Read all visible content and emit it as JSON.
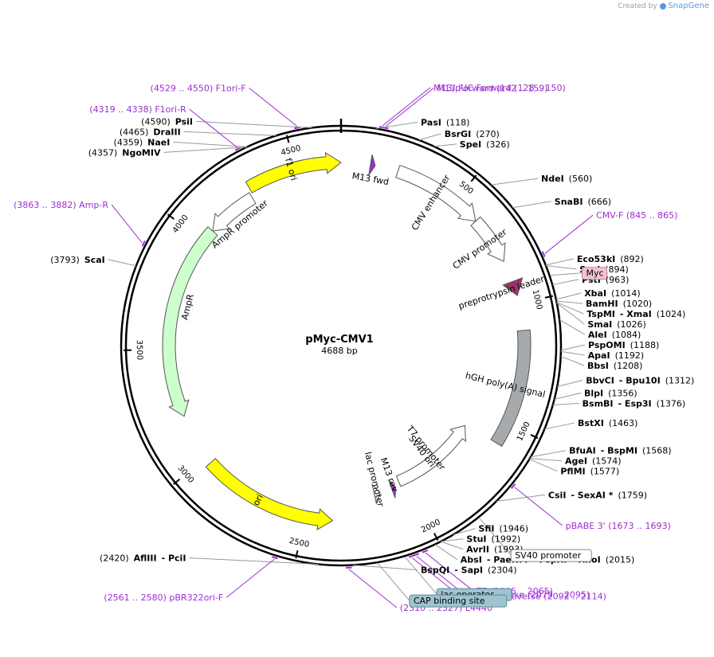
{
  "credit": {
    "prefix": "Created by",
    "brand": "SnapGene"
  },
  "plasmid": {
    "name": "pMyc-CMV1",
    "size": "4688 bp",
    "length": 4688
  },
  "ticks": [
    "500",
    "1000",
    "1500",
    "2000",
    "2500",
    "3000",
    "3500",
    "4000",
    "4500"
  ],
  "colors": {
    "primer": "#9b2fcf",
    "feature_yellow": "#ffff00",
    "feature_green": "#ccffcc",
    "feature_gray": "#a7aaad",
    "feature_magenta": "#993366",
    "backbone": "#000000"
  },
  "features": [
    {
      "name": "f1 ori",
      "start": 4295,
      "end": 4688,
      "dir": 1,
      "color": "#ffff00",
      "label_pos": 4480
    },
    {
      "name": "AmpR promoter",
      "start": 4060,
      "end": 4285,
      "dir": -1,
      "color": "#ffffff",
      "label_pos": 4170
    },
    {
      "name": "AmpR",
      "start": 3200,
      "end": 4060,
      "dir": -1,
      "color": "#ccffcc",
      "label_pos": 3700
    },
    {
      "name": "ori",
      "start": 2380,
      "end": 2970,
      "dir": -1,
      "color": "#ffff00",
      "label_pos": 2710
    },
    {
      "name": "CMV enhancer",
      "start": 235,
      "end": 615,
      "dir": 1,
      "color": "#ffffff",
      "label_pos": 420
    },
    {
      "name": "CMV promoter",
      "start": 615,
      "end": 815,
      "dir": 1,
      "color": "#ffffff",
      "label_pos": 720
    },
    {
      "name": "preprotrypsin leader",
      "start": 905,
      "end": 965,
      "dir": 1,
      "color": "#993366",
      "label_pos": 935
    },
    {
      "name": "hGH poly(A) signal",
      "start": 1110,
      "end": 1590,
      "dir": 0,
      "color": "#a7aaad",
      "label_pos": 1350
    },
    {
      "name": "SV40 ori",
      "start": 1795,
      "end": 1930,
      "dir": 0,
      "color": "#ffff00",
      "label_pos": 1860
    },
    {
      "name": "T7 promoter",
      "start": 1600,
      "end": 2045,
      "dir": -1,
      "color": "#ffffff",
      "label_pos": 1830
    },
    {
      "name": "lac promoter",
      "start": 2150,
      "end": 2180,
      "dir": -1,
      "color": "#ffffff",
      "label_pos": 2165
    },
    {
      "name": "M13 rev",
      "start": 2070,
      "end": 2090,
      "dir": -1,
      "color": "#9b2fcf",
      "label_pos": 2080
    },
    {
      "name": "M13 fwd",
      "start": 120,
      "end": 140,
      "dir": 1,
      "color": "#9b2fcf",
      "label_pos": 130
    }
  ],
  "enzymes_right": [
    {
      "pos": 118,
      "line": [
        "PasI",
        "(118)"
      ]
    },
    {
      "pos": 270,
      "line": [
        "BsrGI",
        "(270)"
      ]
    },
    {
      "pos": 326,
      "line": [
        "SpeI",
        "(326)"
      ]
    },
    {
      "pos": 560,
      "line": [
        "NdeI",
        "(560)"
      ]
    },
    {
      "pos": 666,
      "line": [
        "SnaBI",
        "(666)"
      ]
    },
    {
      "pos": 892,
      "line": [
        "Eco53kI",
        "(892)"
      ]
    },
    {
      "pos": 894,
      "line": [
        "SacI",
        "(894)"
      ]
    },
    {
      "pos": 963,
      "line": [
        "PstI",
        "(963)"
      ]
    },
    {
      "pos": 1014,
      "line": [
        "XbaI",
        "(1014)"
      ]
    },
    {
      "pos": 1020,
      "line": [
        "BamHI",
        "(1020)"
      ]
    },
    {
      "pos": 1024,
      "line": [
        "TspMI",
        "- XmaI",
        "(1024)"
      ]
    },
    {
      "pos": 1026,
      "line": [
        "SmaI",
        "(1026)"
      ]
    },
    {
      "pos": 1084,
      "line": [
        "AleI",
        "(1084)"
      ]
    },
    {
      "pos": 1188,
      "line": [
        "PspOMI",
        "(1188)"
      ]
    },
    {
      "pos": 1192,
      "line": [
        "ApaI",
        "(1192)"
      ]
    },
    {
      "pos": 1208,
      "line": [
        "BbsI",
        "(1208)"
      ]
    },
    {
      "pos": 1312,
      "line": [
        "BbvCI",
        "- Bpu10I",
        "(1312)"
      ]
    },
    {
      "pos": 1356,
      "line": [
        "BlpI",
        "(1356)"
      ]
    },
    {
      "pos": 1376,
      "line": [
        "BsmBI",
        "- Esp3I",
        "(1376)"
      ]
    },
    {
      "pos": 1463,
      "line": [
        "BstXI",
        "(1463)"
      ]
    },
    {
      "pos": 1568,
      "line": [
        "BfuAI",
        "- BspMI",
        "(1568)"
      ]
    },
    {
      "pos": 1574,
      "line": [
        "AgeI",
        "(1574)"
      ]
    },
    {
      "pos": 1577,
      "line": [
        "PflMI",
        "(1577)"
      ]
    },
    {
      "pos": 1759,
      "line": [
        "CsiI",
        "- SexAI *",
        "(1759)"
      ]
    },
    {
      "pos": 1946,
      "line": [
        "SfiI",
        "(1946)"
      ]
    },
    {
      "pos": 1992,
      "line": [
        "StuI",
        "(1992)"
      ]
    },
    {
      "pos": 1993,
      "line": [
        "AvrII",
        "(1993)"
      ]
    },
    {
      "pos": 2015,
      "line": [
        "AbsI",
        "- PaeR7I",
        "- PspXI",
        "- XhoI",
        "(2015)"
      ]
    },
    {
      "pos": 2304,
      "line": [
        "BspQI",
        "- SapI",
        "(2304)"
      ]
    }
  ],
  "enzymes_left": [
    {
      "pos": 4590,
      "line": [
        "(4590)",
        "PsiI"
      ]
    },
    {
      "pos": 4465,
      "line": [
        "(4465)",
        "DraIII"
      ]
    },
    {
      "pos": 4359,
      "line": [
        "(4359)",
        "NaeI"
      ]
    },
    {
      "pos": 4357,
      "line": [
        "(4357)",
        "NgoMIV"
      ]
    },
    {
      "pos": 3793,
      "line": [
        "(3793)",
        "ScaI"
      ]
    },
    {
      "pos": 2420,
      "line": [
        "(2420)",
        "AflIII",
        "- PciI"
      ]
    }
  ],
  "primers": [
    {
      "pos": 4540,
      "text": "(4529 .. 4550)  F1ori-F"
    },
    {
      "pos": 4328,
      "text": "(4319 .. 4338)  F1ori-R"
    },
    {
      "pos": 3872,
      "text": "(3863 .. 3882)  Amp-R"
    },
    {
      "pos": 2570,
      "text": "(2561 .. 2580)  pBR322ori-F"
    },
    {
      "pos": 2318,
      "text": "(2310 .. 2327)  L4440"
    },
    {
      "pos": 139,
      "text": "M13/pUC Forward    (128 .. 150)"
    },
    {
      "pos": 150,
      "text": "M13 Forward    (142 .. 159)"
    },
    {
      "pos": 855,
      "text": "CMV-F    (845 .. 865)"
    },
    {
      "pos": 1683,
      "text": "pBABE 3'    (1673 .. 1693)"
    },
    {
      "pos": 2055,
      "text": "T7    (2046 .. 2065)"
    },
    {
      "pos": 2087,
      "text": "M13 Reverse    (2079 .. 2095)"
    },
    {
      "pos": 2103,
      "text": "M13/pUC Reverse    (2092 .. 2114)"
    }
  ],
  "boxes": [
    {
      "pos": 930,
      "text": "Myc",
      "fill": "#f2c4cf",
      "stroke": "#c08090"
    },
    {
      "pos": 1840,
      "text": "SV40 promoter",
      "fill": "#ffffff",
      "stroke": "#888888"
    },
    {
      "pos": 2125,
      "text": "lac operator",
      "fill": "#9fc4cf",
      "stroke": "#5a8a98"
    },
    {
      "pos": 2220,
      "text": "CAP binding site",
      "fill": "#9fc4cf",
      "stroke": "#5a8a98"
    }
  ]
}
